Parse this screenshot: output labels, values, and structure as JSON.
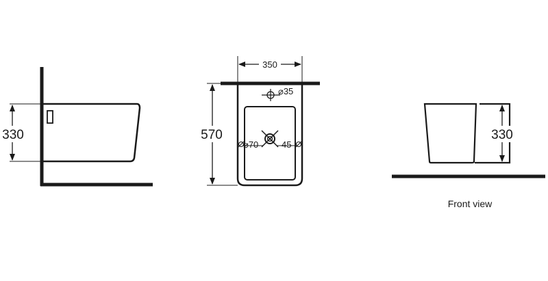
{
  "views": {
    "side": {
      "height_label": "330"
    },
    "top": {
      "width_label": "350",
      "length_label": "570",
      "inlet_diameter_label": "⌀35",
      "left_label": "⌀70",
      "right_label": "45"
    },
    "front": {
      "height_label": "330",
      "caption": "Front view"
    }
  },
  "colors": {
    "line": "#1a1a1a",
    "background": "#ffffff"
  }
}
